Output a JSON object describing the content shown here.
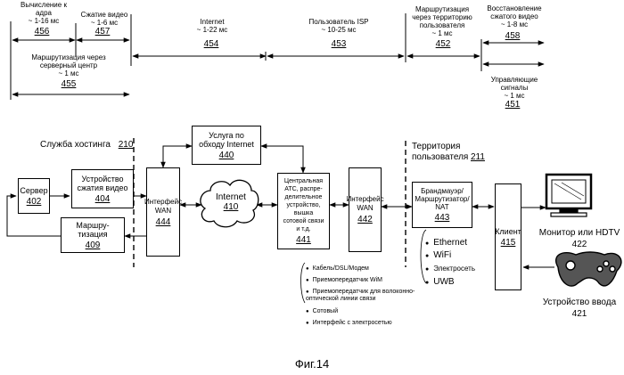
{
  "timeline": {
    "seg_456": {
      "label": "Вычисление к\nадра\n~ 1-16 мс",
      "num": "456"
    },
    "seg_457": {
      "label": "Сжатие видео\n~ 1-6 мс",
      "num": "457"
    },
    "seg_455": {
      "label": "Маршрутизация через\nсерверный центр\n~ 1 мс",
      "num": "455"
    },
    "seg_454": {
      "label": "Internet\n~ 1-22 мс",
      "num": "454"
    },
    "seg_453": {
      "label": "Пользователь ISP\n~ 10-25 мс",
      "num": "453"
    },
    "seg_452": {
      "label": "Маршрутизация\nчерез территорию\nпользователя\n~ 1 мс",
      "num": "452"
    },
    "seg_458": {
      "label": "Восстановление\nсжатого видео\n~ 1-8 мс",
      "num": "458"
    },
    "seg_451": {
      "label": "Управляющие\nсигналы\n~ 1 мс",
      "num": "451"
    }
  },
  "hosting": {
    "label": "Служба хостинга",
    "num": "210"
  },
  "territory": {
    "label": "Территория\nпользователя",
    "num": "211"
  },
  "boxes": {
    "server": {
      "label": "Сервер",
      "num": "402"
    },
    "compress": {
      "label": "Устройство\nсжатия видео",
      "num": "404"
    },
    "router": {
      "label": "Маршру-\nтизация",
      "num": "409"
    },
    "wan1": {
      "label": "Интерфейс\nWAN",
      "num": "444"
    },
    "bypass": {
      "label": "Услуга по\nобходу Internet",
      "num": "440"
    },
    "internet": {
      "label": "Internet",
      "num": "410"
    },
    "central": {
      "label": "Центральная\nАТС, распре-\nделительное\nустройство,\nвышка\nсотовой связи\nи т.д.",
      "num": "441"
    },
    "wan2": {
      "label": "Интерфейс\nWAN",
      "num": "442"
    },
    "firewall": {
      "label": "Брандмауэр/\nМаршрутизатор/\nNAT",
      "num": "443"
    },
    "client": {
      "label": "Клиент",
      "num": "415"
    }
  },
  "wan_list": [
    "Кабель/DSL/Модем",
    "Приемопередатчик WiM",
    "Приемопередатчик для волоконно-\nоптической линии связи",
    "Сотовый",
    "Интерфейс с электросетью"
  ],
  "home_list": [
    "Ethernet",
    "WiFi",
    "Электросеть",
    "UWB"
  ],
  "monitor": {
    "label": "Монитор или HDTV",
    "num": "422"
  },
  "input_device": {
    "label": "Устройство ввода",
    "num": "421"
  },
  "caption": "Фиг.14"
}
